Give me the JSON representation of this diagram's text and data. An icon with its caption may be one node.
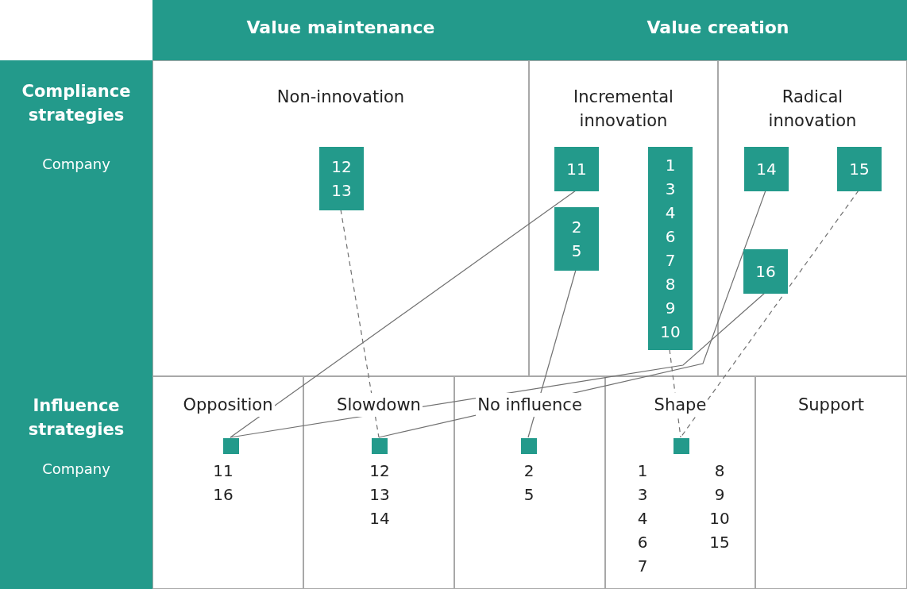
{
  "diagram": {
    "nodes": [
      {
        "text": [
          "Value maintenance"
        ]
      },
      {
        "text": [
          "Value creation"
        ]
      },
      {
        "text": [
          "Compliance strategies",
          "Company"
        ]
      },
      {
        "text": [
          "Influence strategies",
          "Company"
        ]
      },
      {
        "text": [
          "Non-innovation"
        ]
      },
      {
        "text": [
          "Incremental innovation"
        ]
      },
      {
        "text": [
          "Radical innovation"
        ]
      },
      {
        "text": [
          "12 13"
        ],
        "in": 4
      },
      {
        "text": [
          "11"
        ],
        "in": 5
      },
      {
        "text": [
          "2 5"
        ],
        "in": 5
      },
      {
        "text": [
          "1 3 4 6 7 8 9 10"
        ],
        "in": 5
      },
      {
        "text": [
          "14"
        ],
        "in": 6
      },
      {
        "text": [
          "15"
        ],
        "in": 6
      },
      {
        "text": [
          "16"
        ],
        "in": 6
      },
      {
        "text": [
          "Opposition"
        ]
      },
      {
        "text": [
          "Slowdown"
        ]
      },
      {
        "text": [
          "No influence"
        ]
      },
      {
        "text": [
          "Shape"
        ]
      },
      {
        "text": [
          "Support"
        ]
      },
      {
        "text": [],
        "shape": "box",
        "in": 14,
        "beside": [
          "11 16"
        ]
      },
      {
        "text": [],
        "shape": "box",
        "in": 15,
        "beside": [
          "12 13 14"
        ]
      },
      {
        "text": [],
        "shape": "box",
        "in": 16,
        "beside": [
          "2 5"
        ]
      },
      {
        "text": [],
        "shape": "box",
        "in": 17,
        "beside": [
          "1 3 4 6 7",
          "8 9 10 15"
        ]
      }
    ],
    "edges": [
      {
        "from": 8,
        "to": 19,
        "arrow": "none"
      },
      {
        "from": 13,
        "to": 19,
        "arrow": "none"
      },
      {
        "from": 7,
        "to": 20,
        "arrow": "none",
        "style": "dashed"
      },
      {
        "from": 11,
        "to": 20,
        "arrow": "none"
      },
      {
        "from": 9,
        "to": 21,
        "arrow": "none"
      },
      {
        "from": 10,
        "to": 22,
        "arrow": "none",
        "style": "dashed"
      },
      {
        "from": 12,
        "to": 22,
        "arrow": "none",
        "style": "dashed"
      }
    ]
  }
}
